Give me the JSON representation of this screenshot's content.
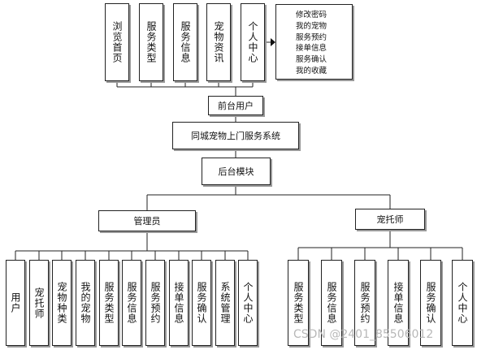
{
  "frontend": {
    "items": [
      "浏览首页",
      "服务类型",
      "服务信息",
      "宠物资讯",
      "个人中心"
    ],
    "menu": [
      "修改密码",
      "我的宠物",
      "服务预约",
      "接单信息",
      "服务确认",
      "我的收藏"
    ]
  },
  "front_user": "前台用户",
  "system": "同城宠物上门服务系统",
  "backend": "后台模块",
  "admin": {
    "label": "管理员",
    "items": [
      "用户",
      "宠托师",
      "宠物种类",
      "我的宠物",
      "服务类型",
      "服务信息",
      "服务预约",
      "接单信息",
      "服务确认",
      "系统管理",
      "个人中心"
    ]
  },
  "sitter": {
    "label": "宠托师",
    "items": [
      "服务类型",
      "服务信息",
      "服务预约",
      "接单信息",
      "服务确认",
      "个人中心"
    ]
  },
  "watermark": "CSDN @2401_85506012"
}
